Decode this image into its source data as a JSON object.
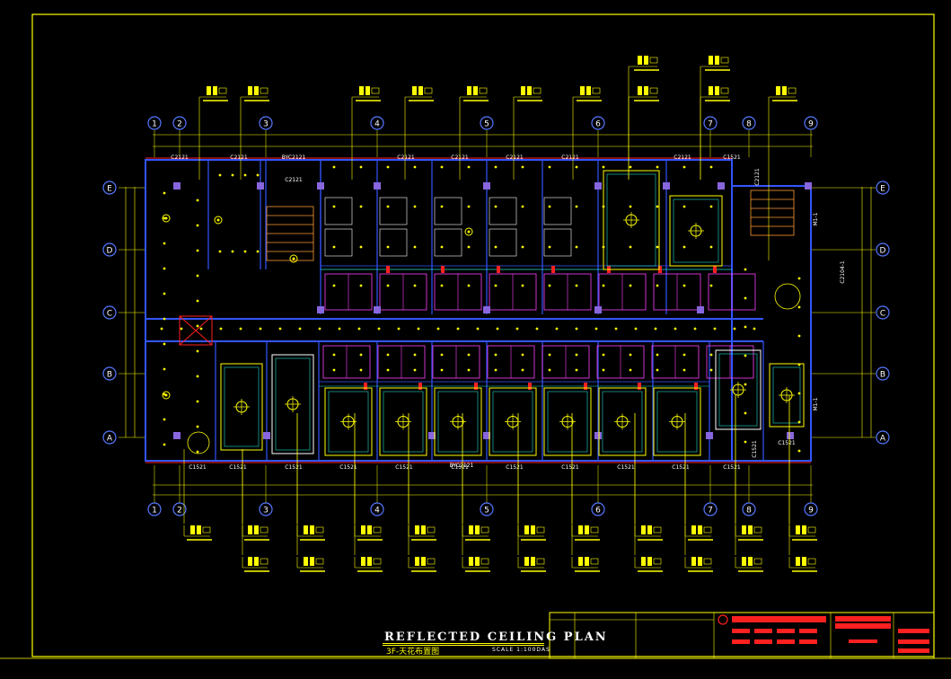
{
  "drawing": {
    "title": "REFLECTED CEILING PLAN",
    "subtitle": "3F-天花布置图",
    "scale": "SCALE 1:100DAS"
  },
  "colors": {
    "background": "#000000",
    "wall": "#3355ff",
    "light": "#ffff00",
    "dim": "#ffff00",
    "accent": "#ff2020",
    "magenta": "#ff40ff",
    "cyan": "#22ddcc",
    "white": "#ffffff",
    "grid_bubble": "#5577ff"
  },
  "grid": {
    "columns": [
      "1",
      "2",
      "3",
      "4",
      "5",
      "6",
      "7",
      "8",
      "9"
    ],
    "rows": [
      "E",
      "D",
      "C",
      "B",
      "A"
    ]
  },
  "tags": {
    "top": [
      "C2121",
      "C2121",
      "BYC2121",
      "C2121",
      "C2121",
      "C2121",
      "C2121",
      "C2121",
      "C2121",
      "C1521"
    ],
    "bottom": [
      "C1521",
      "C1521",
      "C1521",
      "C1521",
      "C1521",
      "C1521",
      "C1521",
      "C1521",
      "C1521",
      "C1521",
      "C1521",
      "C1521"
    ],
    "side": [
      "C2121",
      "C2104-1",
      "C1521",
      "M1-1",
      "M1-1",
      "BYC2121"
    ]
  }
}
